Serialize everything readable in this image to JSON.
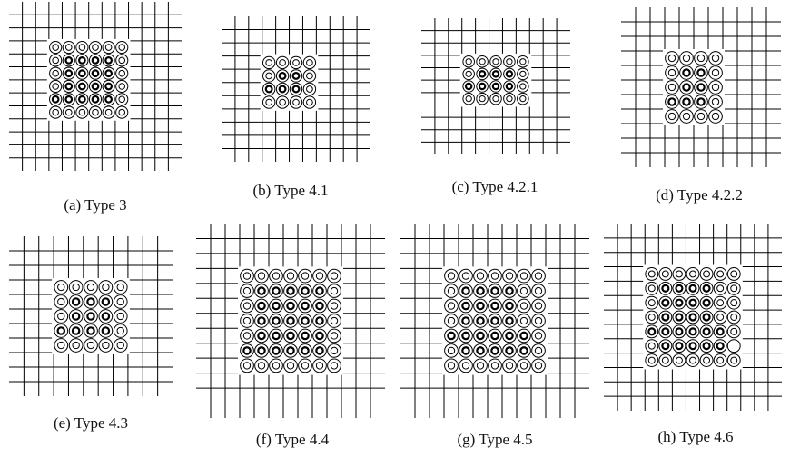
{
  "colors": {
    "line": "#000000",
    "background": "#ffffff"
  },
  "panels": [
    {
      "caption": "(a) Type 3",
      "grid": {
        "cols": 13,
        "rows": 13
      },
      "block": {
        "col0": 3,
        "row0": 3,
        "cols": 6,
        "rows": 6
      },
      "bold": [
        [
          1,
          1
        ],
        [
          1,
          2
        ],
        [
          1,
          3
        ],
        [
          1,
          4
        ],
        [
          2,
          1
        ],
        [
          2,
          2
        ],
        [
          2,
          3
        ],
        [
          2,
          4
        ],
        [
          3,
          1
        ],
        [
          3,
          2
        ],
        [
          3,
          3
        ],
        [
          3,
          4
        ],
        [
          4,
          1
        ],
        [
          4,
          2
        ],
        [
          4,
          3
        ],
        [
          4,
          4
        ],
        [
          4,
          0
        ]
      ],
      "empty": []
    },
    {
      "caption": "(b) Type 4.1",
      "grid": {
        "cols": 11,
        "rows": 11
      },
      "block": {
        "col0": 3,
        "row0": 3,
        "cols": 4,
        "rows": 4
      },
      "bold": [
        [
          1,
          1
        ],
        [
          1,
          2
        ],
        [
          2,
          1
        ],
        [
          2,
          2
        ],
        [
          2,
          0
        ]
      ],
      "empty": []
    },
    {
      "caption": "(c) Type 4.2.1",
      "grid": {
        "cols": 11,
        "rows": 11
      },
      "block": {
        "col0": 3,
        "row0": 3,
        "cols": 5,
        "rows": 4
      },
      "bold": [
        [
          1,
          1
        ],
        [
          1,
          2
        ],
        [
          1,
          3
        ],
        [
          2,
          1
        ],
        [
          2,
          2
        ],
        [
          2,
          3
        ],
        [
          2,
          0
        ]
      ],
      "empty": []
    },
    {
      "caption": "(d) Type 4.2.2",
      "grid": {
        "cols": 11,
        "rows": 11
      },
      "block": {
        "col0": 3,
        "row0": 3,
        "cols": 4,
        "rows": 5
      },
      "bold": [
        [
          1,
          1
        ],
        [
          1,
          2
        ],
        [
          2,
          1
        ],
        [
          2,
          2
        ],
        [
          3,
          1
        ],
        [
          3,
          2
        ],
        [
          3,
          0
        ]
      ],
      "empty": []
    },
    {
      "caption": "(e) Type 4.3",
      "grid": {
        "cols": 11,
        "rows": 11
      },
      "block": {
        "col0": 3,
        "row0": 3,
        "cols": 5,
        "rows": 5
      },
      "bold": [
        [
          1,
          1
        ],
        [
          1,
          2
        ],
        [
          1,
          3
        ],
        [
          2,
          1
        ],
        [
          2,
          2
        ],
        [
          2,
          3
        ],
        [
          3,
          1
        ],
        [
          3,
          2
        ],
        [
          3,
          3
        ],
        [
          3,
          0
        ]
      ],
      "empty": []
    },
    {
      "caption": "(f) Type 4.4",
      "grid": {
        "cols": 13,
        "rows": 13
      },
      "block": {
        "col0": 3,
        "row0": 3,
        "cols": 7,
        "rows": 7
      },
      "bold": [
        [
          1,
          1
        ],
        [
          1,
          2
        ],
        [
          1,
          3
        ],
        [
          1,
          4
        ],
        [
          1,
          5
        ],
        [
          2,
          1
        ],
        [
          2,
          2
        ],
        [
          2,
          3
        ],
        [
          2,
          4
        ],
        [
          2,
          5
        ],
        [
          3,
          1
        ],
        [
          3,
          2
        ],
        [
          3,
          3
        ],
        [
          3,
          4
        ],
        [
          3,
          5
        ],
        [
          4,
          1
        ],
        [
          4,
          2
        ],
        [
          4,
          3
        ],
        [
          4,
          4
        ],
        [
          4,
          5
        ],
        [
          5,
          1
        ],
        [
          5,
          2
        ],
        [
          5,
          3
        ],
        [
          5,
          4
        ],
        [
          5,
          5
        ],
        [
          5,
          0
        ]
      ],
      "empty": []
    },
    {
      "caption": "(g) Type 4.5",
      "grid": {
        "cols": 13,
        "rows": 13
      },
      "block": {
        "col0": 3,
        "row0": 3,
        "cols": 7,
        "rows": 7
      },
      "bold": [
        [
          1,
          1
        ],
        [
          1,
          2
        ],
        [
          1,
          3
        ],
        [
          1,
          4
        ],
        [
          2,
          1
        ],
        [
          2,
          2
        ],
        [
          2,
          3
        ],
        [
          2,
          4
        ],
        [
          3,
          1
        ],
        [
          3,
          2
        ],
        [
          3,
          3
        ],
        [
          3,
          4
        ],
        [
          4,
          1
        ],
        [
          4,
          2
        ],
        [
          4,
          3
        ],
        [
          4,
          4
        ],
        [
          4,
          5
        ],
        [
          5,
          1
        ],
        [
          5,
          2
        ],
        [
          5,
          3
        ],
        [
          5,
          4
        ],
        [
          5,
          5
        ],
        [
          4,
          0
        ]
      ],
      "empty": []
    },
    {
      "caption": "(h) Type 4.6",
      "grid": {
        "cols": 13,
        "rows": 13
      },
      "block": {
        "col0": 3,
        "row0": 3,
        "cols": 7,
        "rows": 7
      },
      "bold": [
        [
          1,
          1
        ],
        [
          1,
          2
        ],
        [
          1,
          3
        ],
        [
          1,
          4
        ],
        [
          2,
          1
        ],
        [
          2,
          2
        ],
        [
          2,
          3
        ],
        [
          2,
          4
        ],
        [
          3,
          1
        ],
        [
          3,
          2
        ],
        [
          3,
          3
        ],
        [
          3,
          4
        ],
        [
          4,
          1
        ],
        [
          4,
          2
        ],
        [
          4,
          3
        ],
        [
          4,
          4
        ],
        [
          4,
          5
        ],
        [
          5,
          1
        ],
        [
          5,
          2
        ],
        [
          5,
          3
        ],
        [
          5,
          4
        ],
        [
          5,
          5
        ],
        [
          4,
          0
        ]
      ],
      "empty": [
        [
          5,
          6
        ]
      ]
    }
  ]
}
